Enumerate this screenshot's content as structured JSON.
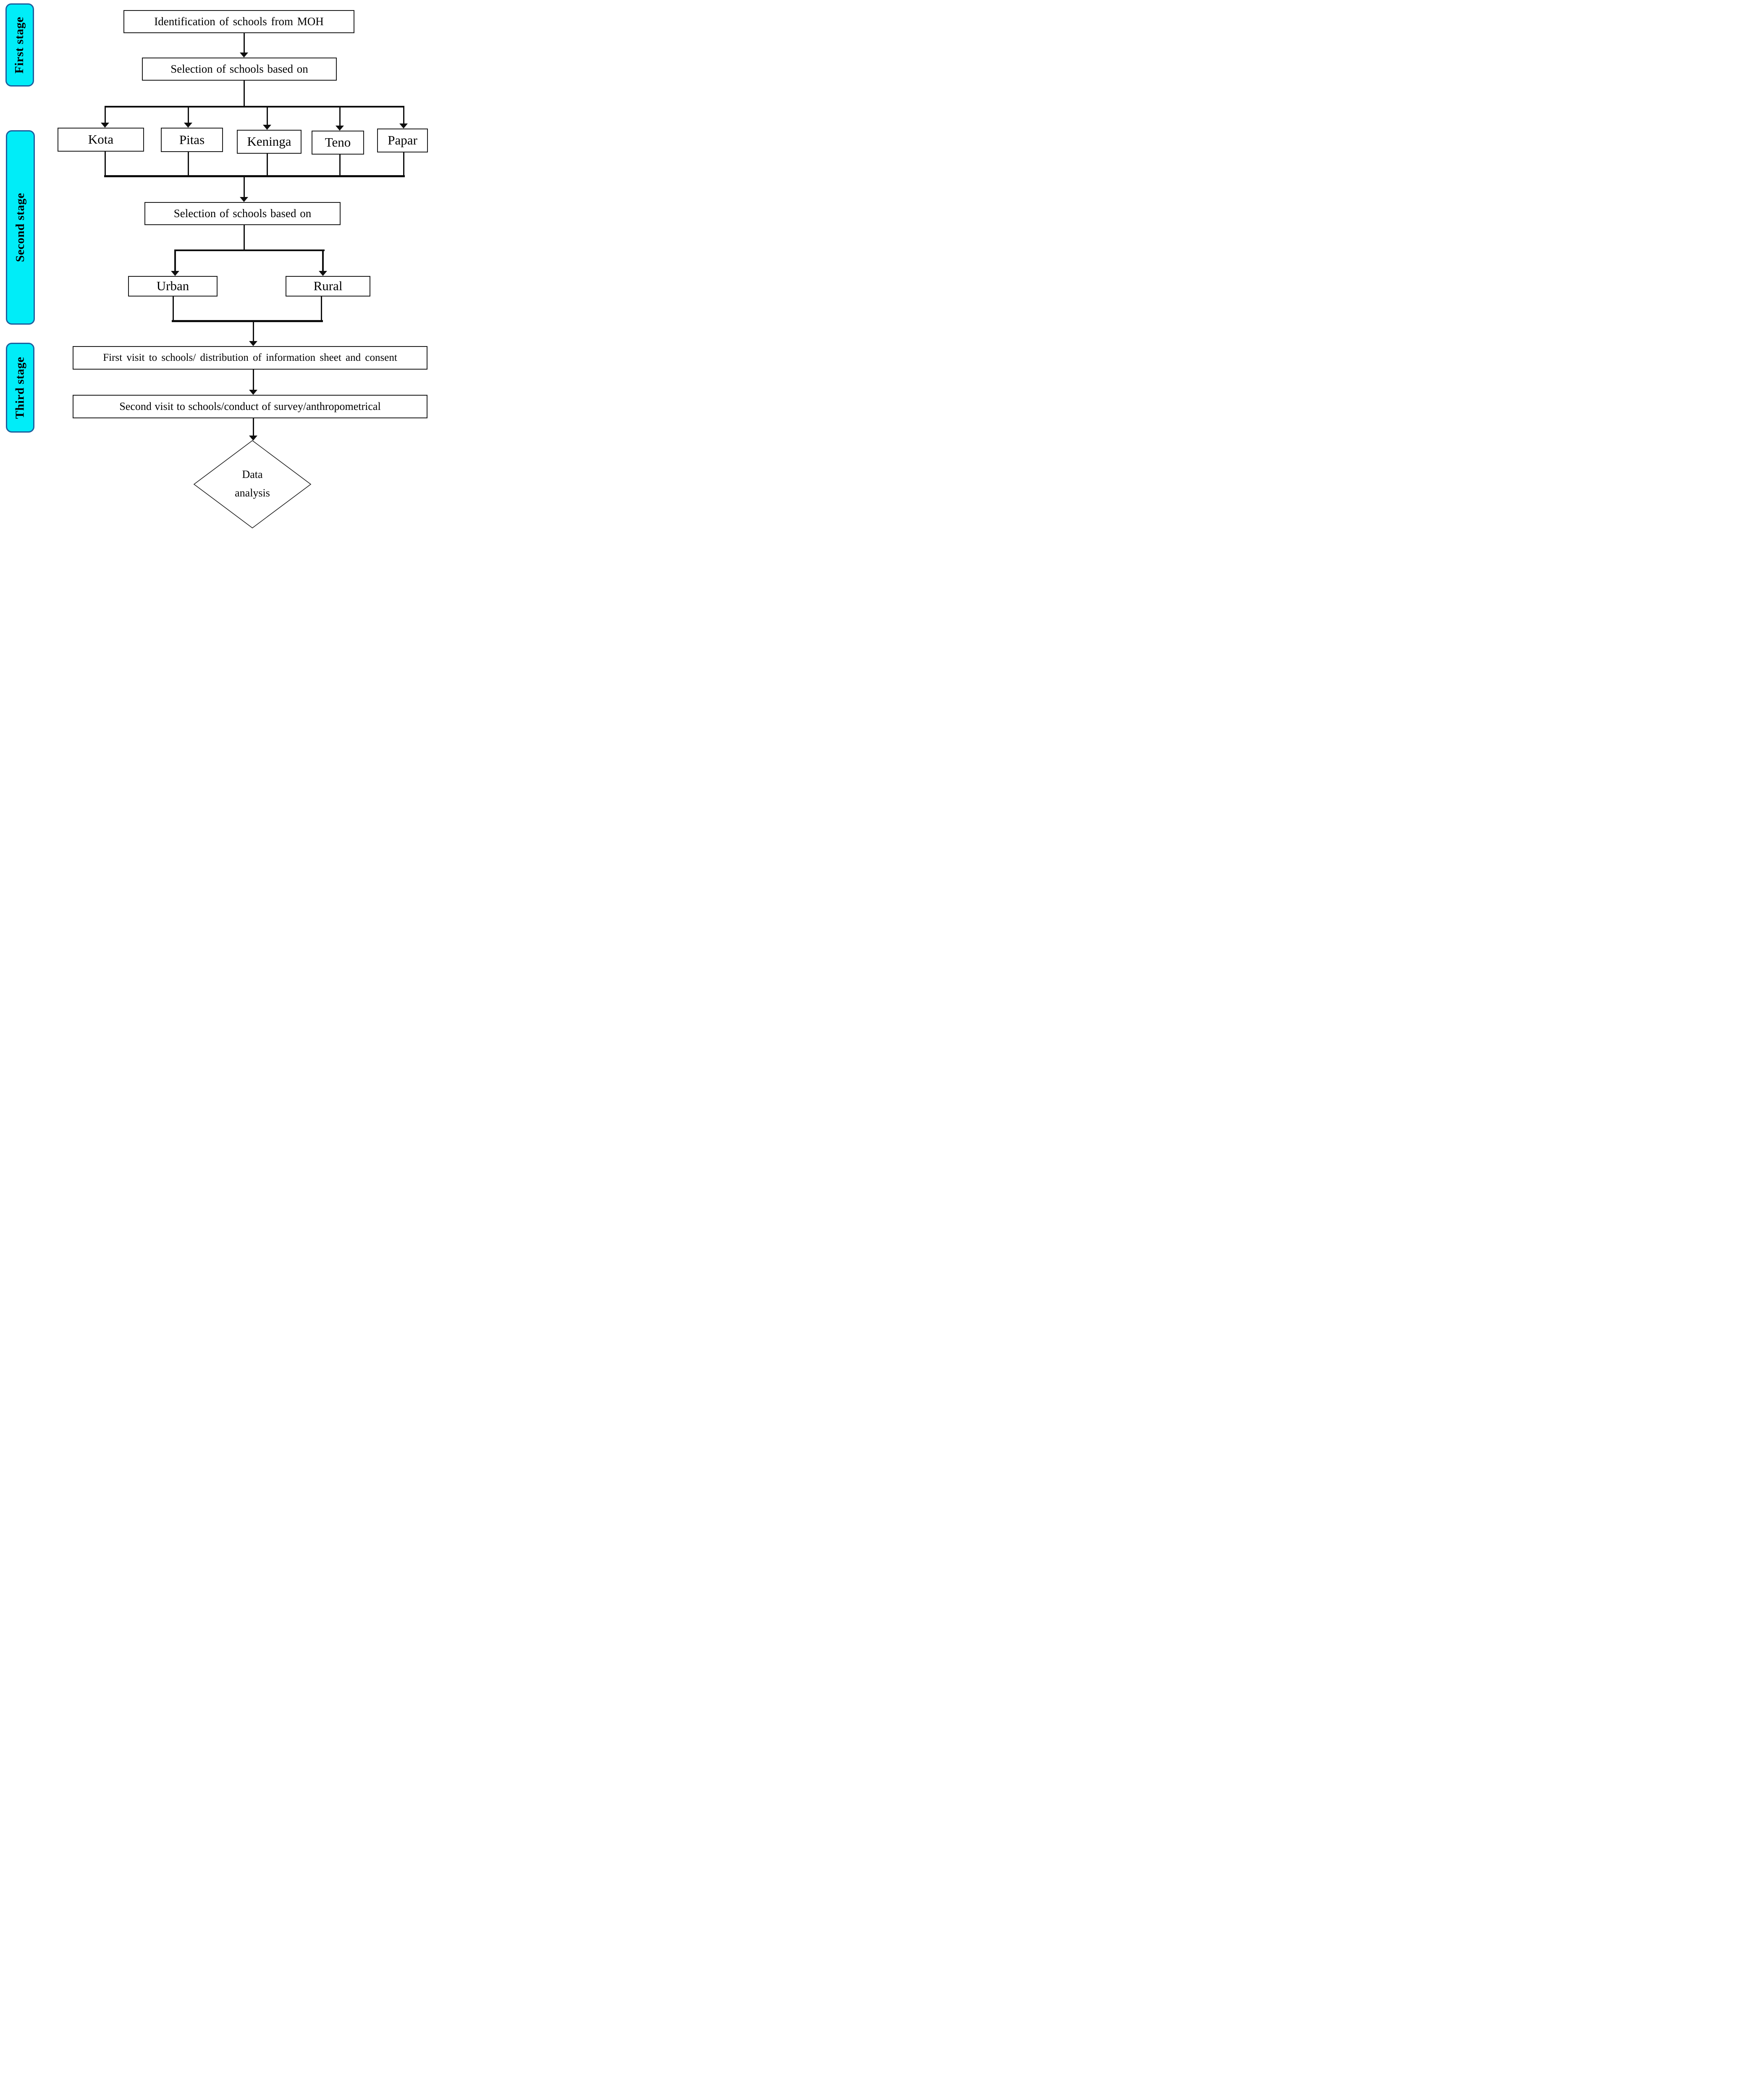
{
  "stages": {
    "first": "First stage",
    "second": "Second stage",
    "third": "Third stage"
  },
  "nodes": {
    "identification": "Identification of schools from MOH",
    "selection_criteria_1": "Selection of schools based on",
    "districts": [
      "Kota",
      "Pitas",
      "Keninga",
      "Teno",
      "Papar"
    ],
    "selection_criteria_2": "Selection of schools based on",
    "urban": "Urban",
    "rural": "Rural",
    "first_visit": "First visit to schools/ distribution of information sheet and consent",
    "second_visit": "Second visit to schools/conduct of survey/anthropometrical",
    "data_analysis": [
      "Data",
      "analysis"
    ]
  },
  "colors": {
    "background": "#FFFFFF",
    "text": "#000000",
    "box_border": "#1A1A1A",
    "connector": "#0E0E0E",
    "stage_fill": "#00EDF8",
    "stage_border": "#1D5F9E"
  }
}
